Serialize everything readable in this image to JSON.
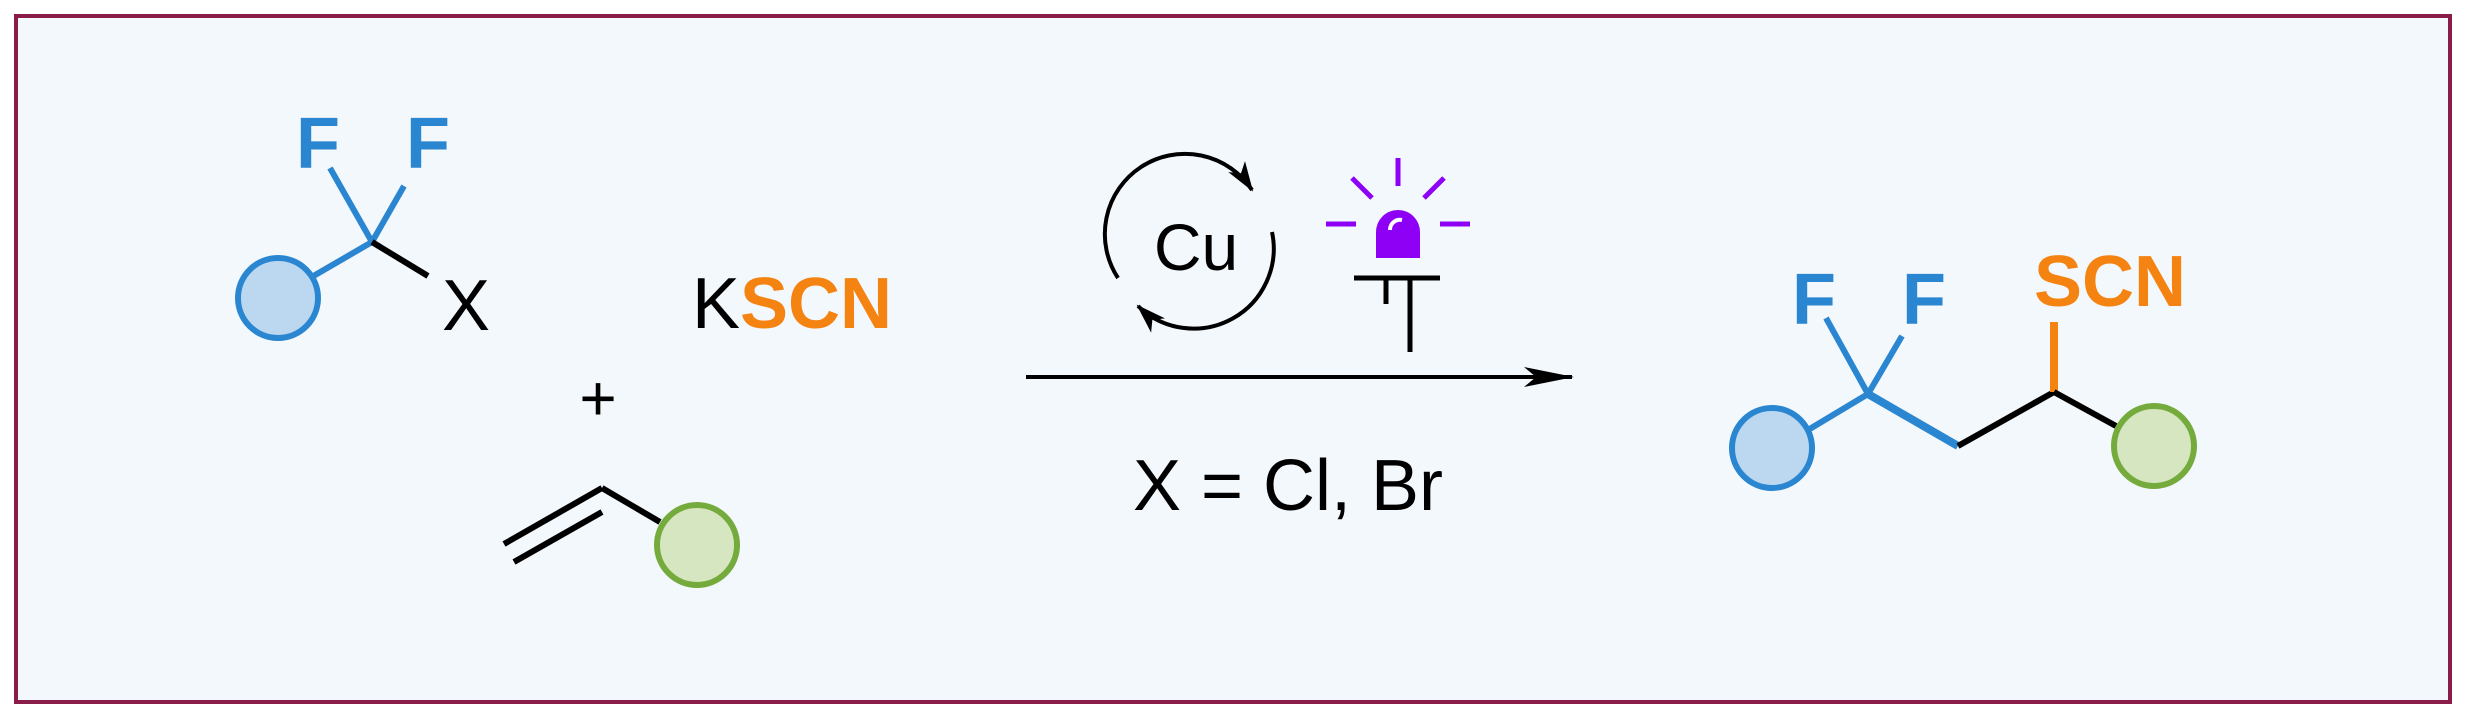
{
  "colors": {
    "frame": "#8a1c4a",
    "panel": "#f3f8fc",
    "bond": "#000000",
    "fluorine_blue": "#2a86d1",
    "circle_blue_fill": "#bcd8f1",
    "circle_green_fill": "#d6e6c0",
    "circle_green_stroke": "#74ab3c",
    "scn_orange": "#f48312",
    "lamp_purple": "#8e00f5"
  },
  "reactant1": {
    "fluorine_1": "F",
    "fluorine_2": "F",
    "leaving_group": "X"
  },
  "plus": "+",
  "reagent": {
    "potassium": "K",
    "thiocyanate": "SCN"
  },
  "catalyst": {
    "metal": "Cu",
    "cycle_icon": "catalytic-cycle-arrows-icon",
    "light_icon": "light-bulb-icon"
  },
  "condition": "X = Cl, Br",
  "product": {
    "fluorine_1": "F",
    "fluorine_2": "F",
    "thiocyanate": "SCN"
  }
}
